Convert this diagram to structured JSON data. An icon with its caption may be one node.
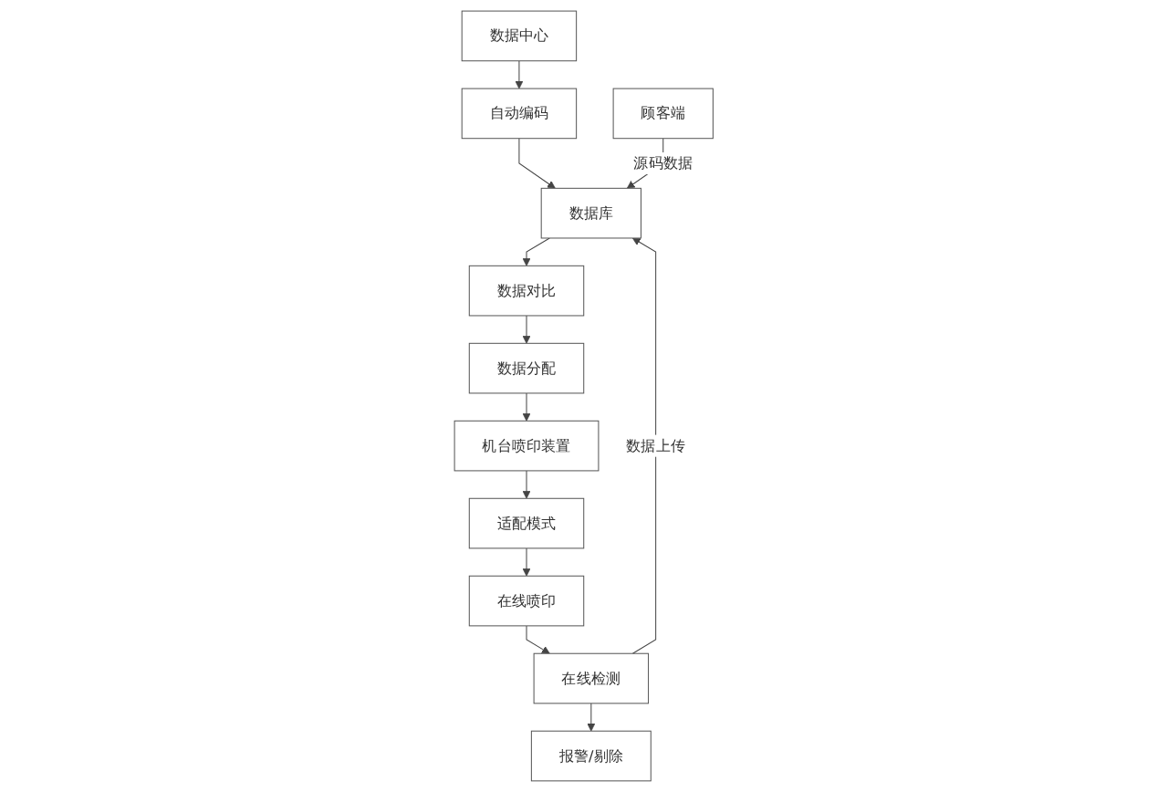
{
  "diagram": {
    "nodes": [
      {
        "text": [
          "数据中心"
        ]
      },
      {
        "text": [
          "自动编码"
        ]
      },
      {
        "text": [
          "顾客端"
        ]
      },
      {
        "text": [
          "数据库"
        ]
      },
      {
        "text": [
          "数据对比"
        ]
      },
      {
        "text": [
          "数据分配"
        ]
      },
      {
        "text": [
          "机台喷印装置"
        ]
      },
      {
        "text": [
          "适配模式"
        ]
      },
      {
        "text": [
          "在线喷印"
        ]
      },
      {
        "text": [
          "在线检测"
        ]
      },
      {
        "text": [
          "报警/剔除"
        ]
      }
    ],
    "edges": [
      {
        "from": 0,
        "to": 1,
        "arrow": "to"
      },
      {
        "from": 1,
        "to": 3,
        "arrow": "to"
      },
      {
        "from": 2,
        "to": 3,
        "arrow": "to",
        "label": "源码数据"
      },
      {
        "from": 3,
        "to": 4,
        "arrow": "to"
      },
      {
        "from": 4,
        "to": 5,
        "arrow": "to"
      },
      {
        "from": 5,
        "to": 6,
        "arrow": "to"
      },
      {
        "from": 6,
        "to": 7,
        "arrow": "to"
      },
      {
        "from": 7,
        "to": 8,
        "arrow": "to"
      },
      {
        "from": 8,
        "to": 9,
        "arrow": "to"
      },
      {
        "from": 9,
        "to": 3,
        "arrow": "to",
        "label": "数据上传"
      },
      {
        "from": 9,
        "to": 10,
        "arrow": "to"
      }
    ]
  }
}
